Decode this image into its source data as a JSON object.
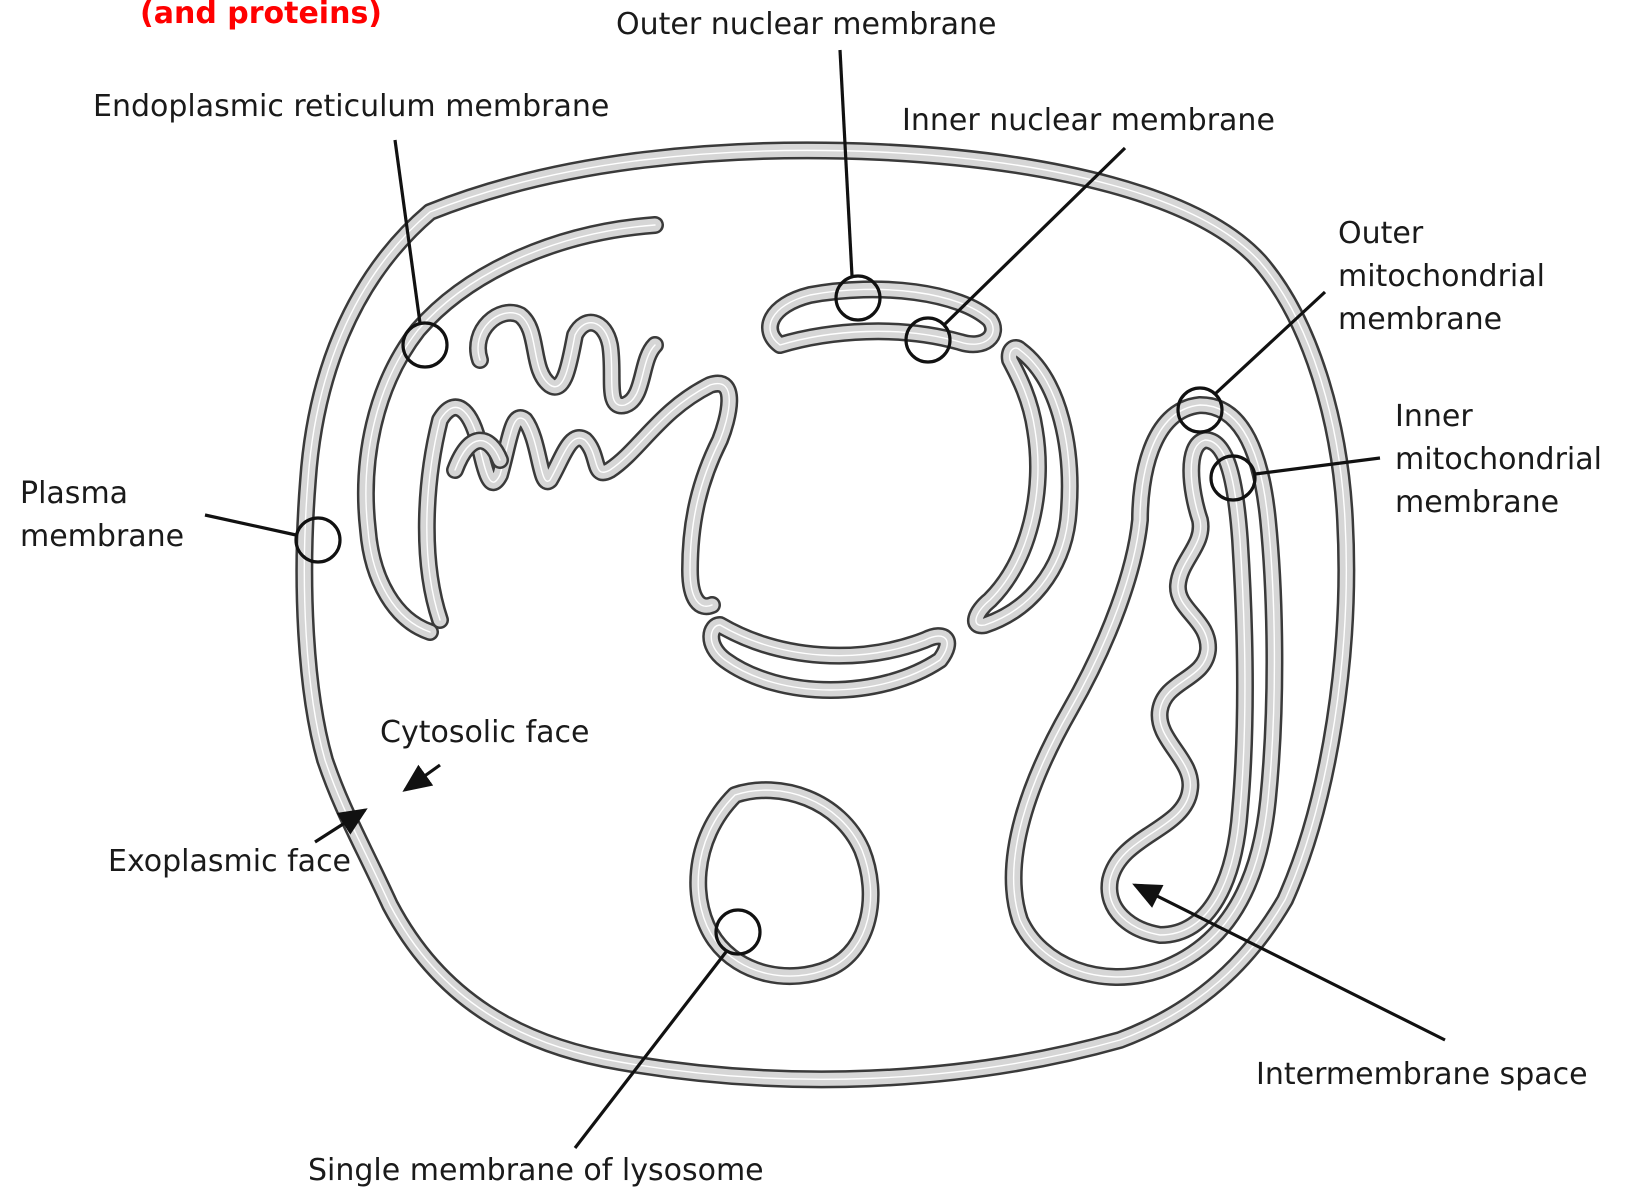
{
  "header": {
    "title_fragment": "(and proteins)",
    "title_color": "#ff0000"
  },
  "labels": {
    "outer_nuclear": "Outer nuclear membrane",
    "er": "Endoplasmic reticulum membrane",
    "inner_nuclear": "Inner nuclear membrane",
    "outer_mito_line1": "Outer",
    "outer_mito_line2": "mitochondrial",
    "outer_mito_line3": "membrane",
    "inner_mito_line1": "Inner",
    "inner_mito_line2": "mitochondrial",
    "inner_mito_line3": "membrane",
    "plasma_line1": "Plasma",
    "plasma_line2": "membrane",
    "cytosolic": "Cytosolic face",
    "exoplasmic": "Exoplasmic face",
    "intermembrane": "Intermembrane space",
    "lysosome": "Single membrane of lysosome"
  },
  "colors": {
    "membrane_fill": "#d6d6d6",
    "membrane_outline": "#3a3a3a",
    "leader": "#111111"
  }
}
